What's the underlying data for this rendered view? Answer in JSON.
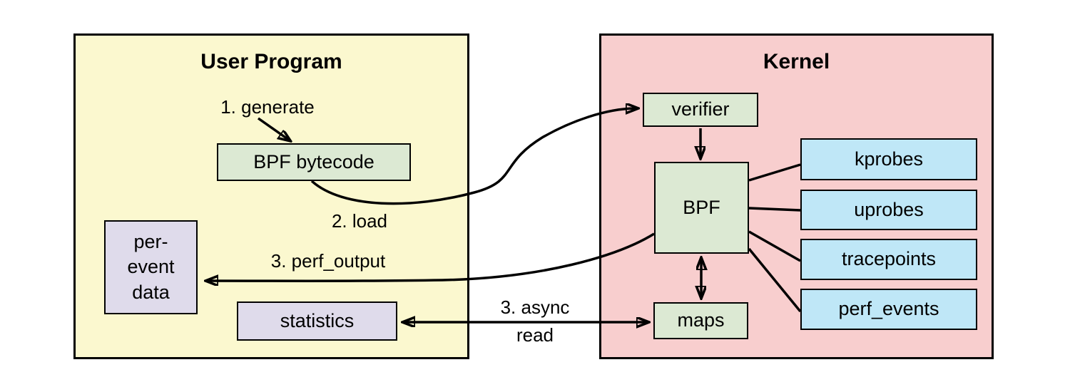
{
  "diagram": {
    "containers": {
      "user_program": {
        "title": "User Program"
      },
      "kernel": {
        "title": "Kernel"
      }
    },
    "nodes": {
      "bpf_bytecode": {
        "label": "BPF bytecode"
      },
      "per_event_data": {
        "label": "per-\nevent\ndata"
      },
      "statistics": {
        "label": "statistics"
      },
      "verifier": {
        "label": "verifier"
      },
      "bpf": {
        "label": "BPF"
      },
      "maps": {
        "label": "maps"
      },
      "kprobes": {
        "label": "kprobes"
      },
      "uprobes": {
        "label": "uprobes"
      },
      "tracepoints": {
        "label": "tracepoints"
      },
      "perf_events": {
        "label": "perf_events"
      }
    },
    "edge_labels": {
      "generate": "1. generate",
      "load": "2. load",
      "perf_output": "3. perf_output",
      "async_read_line1": "3. async",
      "async_read_line2": "read"
    },
    "colors": {
      "user_program_fill": "#FBF8CF",
      "kernel_fill": "#F8CECE",
      "process_fill": "#DCE9D3",
      "event_fill": "#BFE7F7",
      "output_fill": "#DFDBEB",
      "line": "#000000"
    }
  }
}
